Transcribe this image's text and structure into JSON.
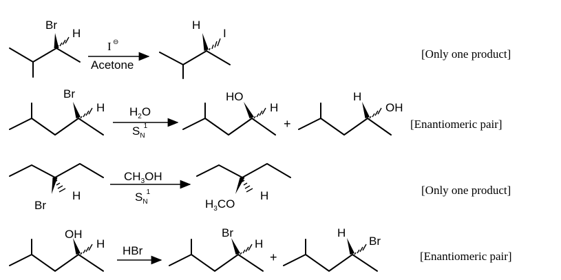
{
  "reactions": [
    {
      "reactant": {
        "top_label": "Br",
        "top_right_label": "H"
      },
      "reagent_above": "I",
      "reagent_above_charge": "⊖",
      "reagent_below": "Acetone",
      "product": {
        "top_label": "H",
        "right_label": "I"
      },
      "note": "[Only one product]"
    },
    {
      "reactant": {
        "top_label": "Br",
        "top_right_label": "H"
      },
      "reagent_above": "H",
      "reagent_above_sub": "2",
      "reagent_above_tail": "O",
      "reagent_below": "S",
      "reagent_below_sub": "N",
      "reagent_below_sup": "1",
      "product_a": {
        "top_label": "HO",
        "top_right_label": "H"
      },
      "plus": "+",
      "product_b": {
        "top_label": "H",
        "right_label": "OH"
      },
      "note": "[Enantiomeric pair]"
    },
    {
      "reactant": {
        "bottom_label": "Br",
        "bottom_right_label": "H"
      },
      "reagent_above": "CH",
      "reagent_above_sub": "3",
      "reagent_above_tail": "OH",
      "reagent_below": "S",
      "reagent_below_sub": "N",
      "reagent_below_sup": "1",
      "product": {
        "bottom_label": "H",
        "bottom_label_sub": "3",
        "bottom_label_tail": "CO",
        "bottom_right_label": "H"
      },
      "note": "[Only one product]"
    },
    {
      "reactant": {
        "top_label": "OH",
        "top_right_label": "H"
      },
      "reagent_above": "HBr",
      "product_a": {
        "top_label": "Br",
        "top_right_label": "H"
      },
      "plus": "+",
      "product_b": {
        "top_label": "H",
        "right_label": "Br"
      },
      "note": "[Enantiomeric pair]"
    }
  ]
}
